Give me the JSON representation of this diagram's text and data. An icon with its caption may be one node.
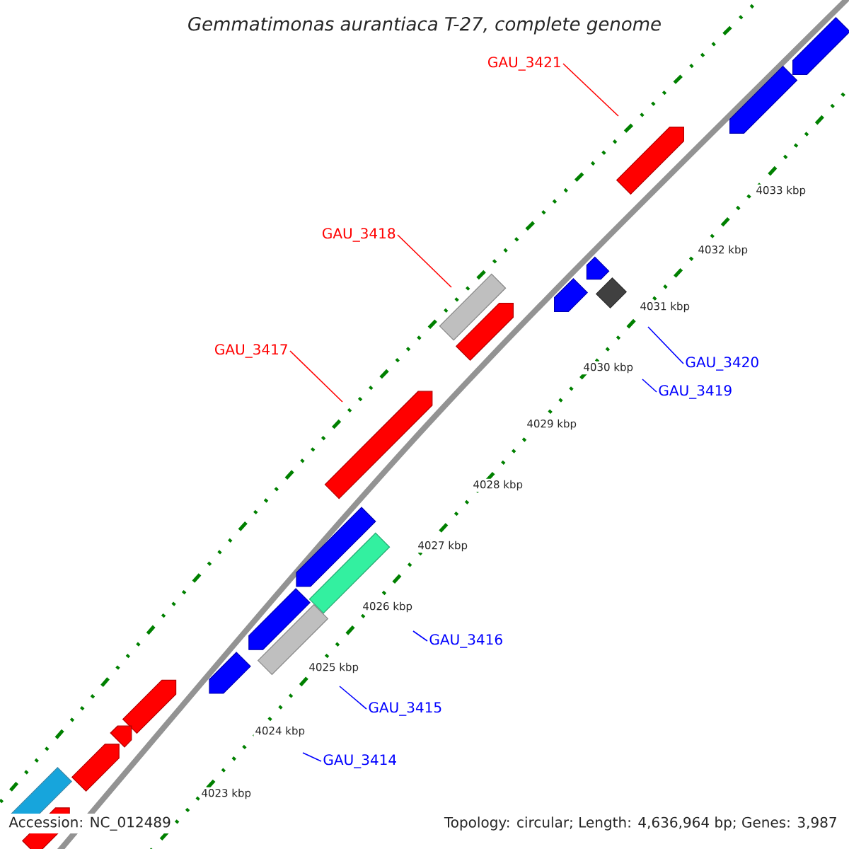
{
  "diagram": {
    "title": "*Gemmatimonas aurantiaca* T-27, complete genome",
    "nodes": [
      {
        "text": [
          "GAU_3421"
        ]
      },
      {
        "text": [
          "GAU_3418"
        ]
      },
      {
        "text": [
          "GAU_3420"
        ]
      },
      {
        "text": [
          "GAU_3417"
        ]
      },
      {
        "text": [
          "GAU_3419"
        ]
      },
      {
        "text": [
          "GAU_3416"
        ]
      },
      {
        "text": [
          "GAU_3415"
        ]
      },
      {
        "text": [
          "GAU_3414"
        ]
      }
    ],
    "edges": [
      {
        "from": 0,
        "to": null,
        "arrow": "none",
        "color": "#ff0000"
      },
      {
        "from": 1,
        "to": null,
        "arrow": "none",
        "color": "#ff0000"
      },
      {
        "from": 2,
        "to": null,
        "arrow": "none"
      },
      {
        "from": 3,
        "to": null,
        "arrow": "none",
        "color": "#ff0000"
      },
      {
        "from": 4,
        "to": null,
        "arrow": "none"
      },
      {
        "from": 5,
        "to": null,
        "arrow": "none"
      },
      {
        "from": 6,
        "to": null,
        "arrow": "none"
      },
      {
        "from": 7,
        "to": null,
        "arrow": "none"
      }
    ],
    "labels": [
      "4033 kbp",
      "4032 kbp",
      "4031 kbp",
      "4030 kbp",
      "4029 kbp",
      "4028 kbp",
      "4027 kbp",
      "4026 kbp",
      "4025 kbp",
      "4024 kbp",
      "4023 kbp",
      "Accession: NC_012489",
      "Topology: circular; Length: 4,636,964 bp; Genes: 3,987"
    ]
  }
}
